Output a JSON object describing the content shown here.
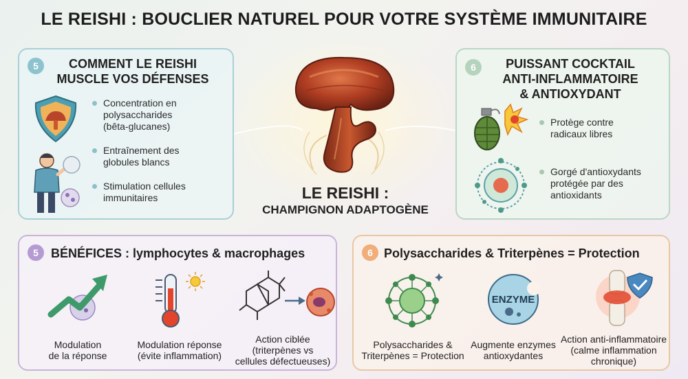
{
  "title": "LE REISHI : BOUCLIER NATUREL POUR VOTRE SYSTÈME IMMUNITAIRE",
  "center": {
    "line1": "LE REISHI :",
    "line2": "CHAMPIGNON ADAPTOGÈNE"
  },
  "panel_defenses": {
    "badge": "5",
    "title_line1": "COMMENT LE REISHI",
    "title_line2": "MUSCLE VOS DÉFENSES",
    "bullets": [
      {
        "l1": "Concentration en",
        "l2": "polysaccharides",
        "l3": "(bêta-glucanes)"
      },
      {
        "l1": "Entraînement des",
        "l2": "globules blancs"
      },
      {
        "l1": "Stimulation cellules",
        "l2": "immunitaires"
      }
    ]
  },
  "panel_cocktail": {
    "badge": "6",
    "title_line1": "PUISSANT COCKTAIL",
    "title_line2": "ANTI-INFLAMMATOIRE",
    "title_line3": "& ANTIOXYDANT",
    "bullets": [
      {
        "l1": "Protège contre",
        "l2": "radicaux libres"
      },
      {
        "l1": "Gorgé d'antioxydants",
        "l2": "protégée par des",
        "l3": "antioxidants"
      }
    ]
  },
  "panel_benefices": {
    "badge": "5",
    "title": "BÉNÉFICES : lymphocytes & macrophages",
    "items": [
      {
        "l1": "Modulation",
        "l2": "de la réponse"
      },
      {
        "l1": "Modulation réponse",
        "l2": "(évite inflammation)"
      },
      {
        "l1": "Action ciblée",
        "l2": "(triterpènes vs",
        "l3": "cellules défectueuses)"
      }
    ]
  },
  "panel_protection": {
    "badge": "6",
    "title": "Polysaccharides & Triterpènes = Protection",
    "enzyme_label": "ENZYME",
    "items": [
      {
        "l1": "Polysaccharides &",
        "l2": "Triterpènes = Protection"
      },
      {
        "l1": "Augmente enzymes",
        "l2": "antioxydantes"
      },
      {
        "l1": "Action anti-inflammatoire",
        "l2": "(calme inflammation",
        "l3": "chronique)"
      }
    ]
  }
}
